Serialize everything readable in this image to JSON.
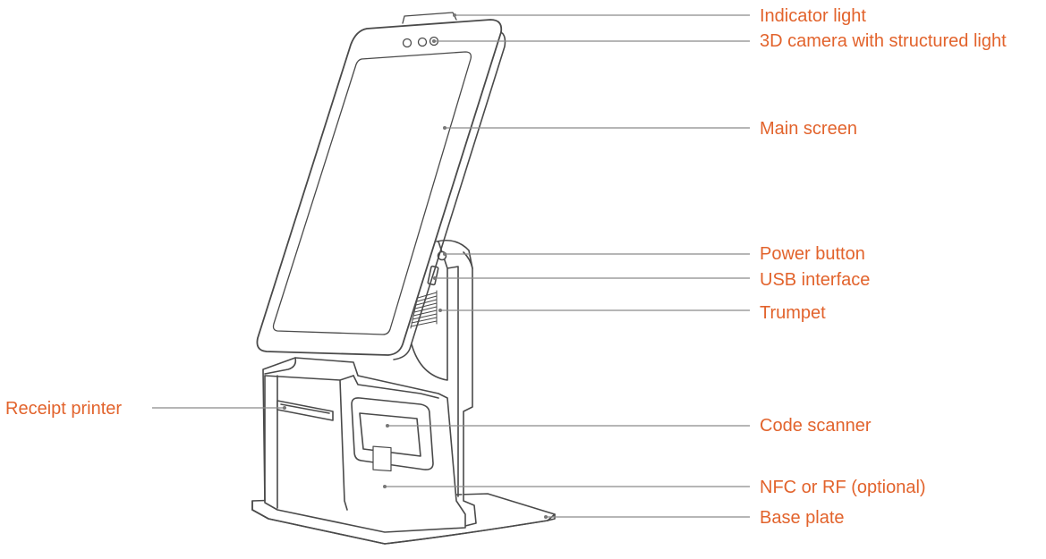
{
  "labels": {
    "indicator_light": "Indicator light",
    "camera": "3D camera with structured light",
    "main_screen": "Main screen",
    "power_button": "Power button",
    "usb_interface": "USB interface",
    "trumpet": "Trumpet",
    "receipt_printer": "Receipt printer",
    "code_scanner": "Code scanner",
    "nfc": "NFC or RF (optional)",
    "base_plate": "Base plate"
  },
  "colors": {
    "label": "#e2632c",
    "leader": "#8a8a8a",
    "outline": "#4a4a4a"
  }
}
